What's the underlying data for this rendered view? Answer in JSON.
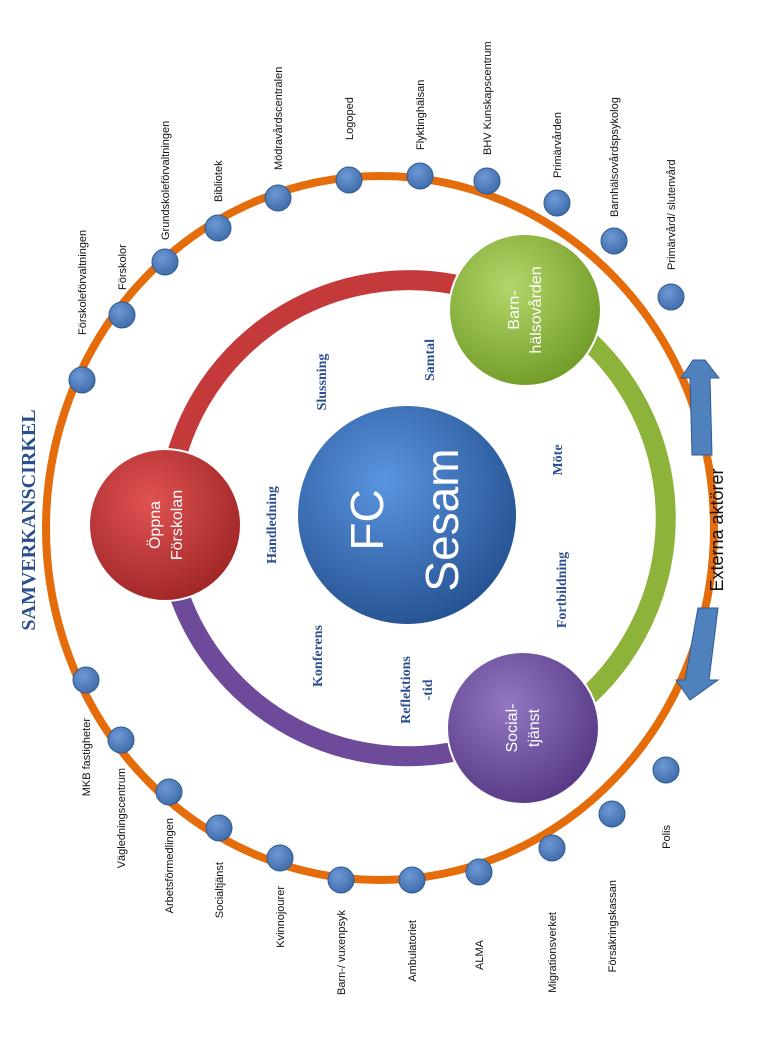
{
  "title": "SAMVERKANSCIRKEL",
  "center": {
    "line1": "FC",
    "line2": "Sesam"
  },
  "hubs": {
    "oppna_forskolan": {
      "line1": "Öppna",
      "line2": "Förskolan",
      "color": "#c43a3a"
    },
    "barnhalsovarden": {
      "line1": "Barn-",
      "line2": "hälsovården",
      "color": "#8db33a"
    },
    "socialtjanst": {
      "line1": "Social-",
      "line2": "tjänst",
      "color": "#6e4a9a"
    }
  },
  "keywords": {
    "slussning": "Slussning",
    "samtal": "Samtal",
    "handledning": "Handledning",
    "mote": "Möte",
    "fortbildning": "Fortbildning",
    "konferens": "Konferens",
    "reflektions_line1": "Reflektions",
    "reflektions_line2": "-tid"
  },
  "external": "Externa aktörer",
  "actors_top": [
    "Förskoleförvaltningen",
    "Förskolor",
    "Grundskoleförvaltningen",
    "Bibliotek",
    "Mödravårdscentralen",
    "Logoped",
    "Flyktinghälsan",
    "BHV Kunskapscentrum",
    "Primärvården",
    "Barnhälsovårdspsykolog",
    "Primärvård/ slutenvård"
  ],
  "actors_bottom": [
    "MKB fastigheter",
    "Vägledningscentrum",
    "Arbetsförmedlingen",
    "Socialtjänst",
    "Kvinnojourer",
    "Barn-/ vuxenpsyk",
    "Ambulatoriet",
    "ALMA",
    "Migrationsverket",
    "Försäkringskassan",
    "Polis"
  ],
  "colors": {
    "outer_ring": "#e46c0a",
    "node": "#4f81bd",
    "center": "#3a6fc0",
    "arrow": "#4f81bd"
  }
}
